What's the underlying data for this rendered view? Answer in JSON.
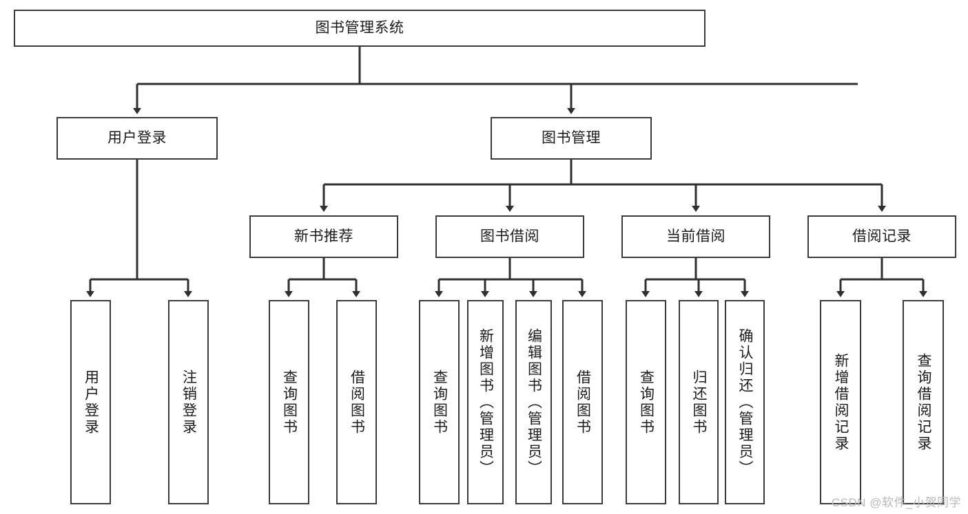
{
  "diagram": {
    "type": "tree",
    "title": "图书管理系统",
    "stroke_color": "#3a3a3a",
    "background_color": "#ffffff",
    "text_color": "#1b1b1b",
    "root": {
      "id": "root",
      "label": "图书管理系统",
      "orientation": "horizontal"
    },
    "level2": [
      {
        "id": "user-login",
        "label": "用户登录",
        "orientation": "horizontal"
      },
      {
        "id": "book-manage",
        "label": "图书管理",
        "orientation": "horizontal"
      }
    ],
    "level3": [
      {
        "id": "new-book-rec",
        "label": "新书推荐",
        "orientation": "horizontal",
        "parent": "book-manage"
      },
      {
        "id": "book-borrow",
        "label": "图书借阅",
        "orientation": "horizontal",
        "parent": "book-manage"
      },
      {
        "id": "current-borrow",
        "label": "当前借阅",
        "orientation": "horizontal",
        "parent": "book-manage"
      },
      {
        "id": "borrow-record",
        "label": "借阅记录",
        "orientation": "horizontal",
        "parent": "book-manage"
      }
    ],
    "leaves": [
      {
        "id": "leaf-user-login",
        "label": "用户登录",
        "parent": "user-login"
      },
      {
        "id": "leaf-logout-login",
        "label": "注销登录",
        "parent": "user-login"
      },
      {
        "id": "leaf-query-book-1",
        "label": "查询图书",
        "parent": "new-book-rec"
      },
      {
        "id": "leaf-borrow-book-1",
        "label": "借阅图书",
        "parent": "new-book-rec"
      },
      {
        "id": "leaf-query-book-2",
        "label": "查询图书",
        "parent": "book-borrow"
      },
      {
        "id": "leaf-add-book",
        "label": "新增图书（管理员）",
        "parent": "book-borrow"
      },
      {
        "id": "leaf-edit-book",
        "label": "编辑图书（管理员）",
        "parent": "book-borrow"
      },
      {
        "id": "leaf-borrow-book-2",
        "label": "借阅图书",
        "parent": "book-borrow"
      },
      {
        "id": "leaf-query-book-3",
        "label": "查询图书",
        "parent": "current-borrow"
      },
      {
        "id": "leaf-return-book",
        "label": "归还图书",
        "parent": "current-borrow"
      },
      {
        "id": "leaf-confirm-return",
        "label": "确认归还（管理员）",
        "parent": "current-borrow"
      },
      {
        "id": "leaf-add-record",
        "label": "新增借阅记录",
        "parent": "borrow-record"
      },
      {
        "id": "leaf-query-record",
        "label": "查询借阅记录",
        "parent": "borrow-record"
      }
    ]
  },
  "watermark": {
    "text": "CSDN @软件_小贺同学"
  }
}
